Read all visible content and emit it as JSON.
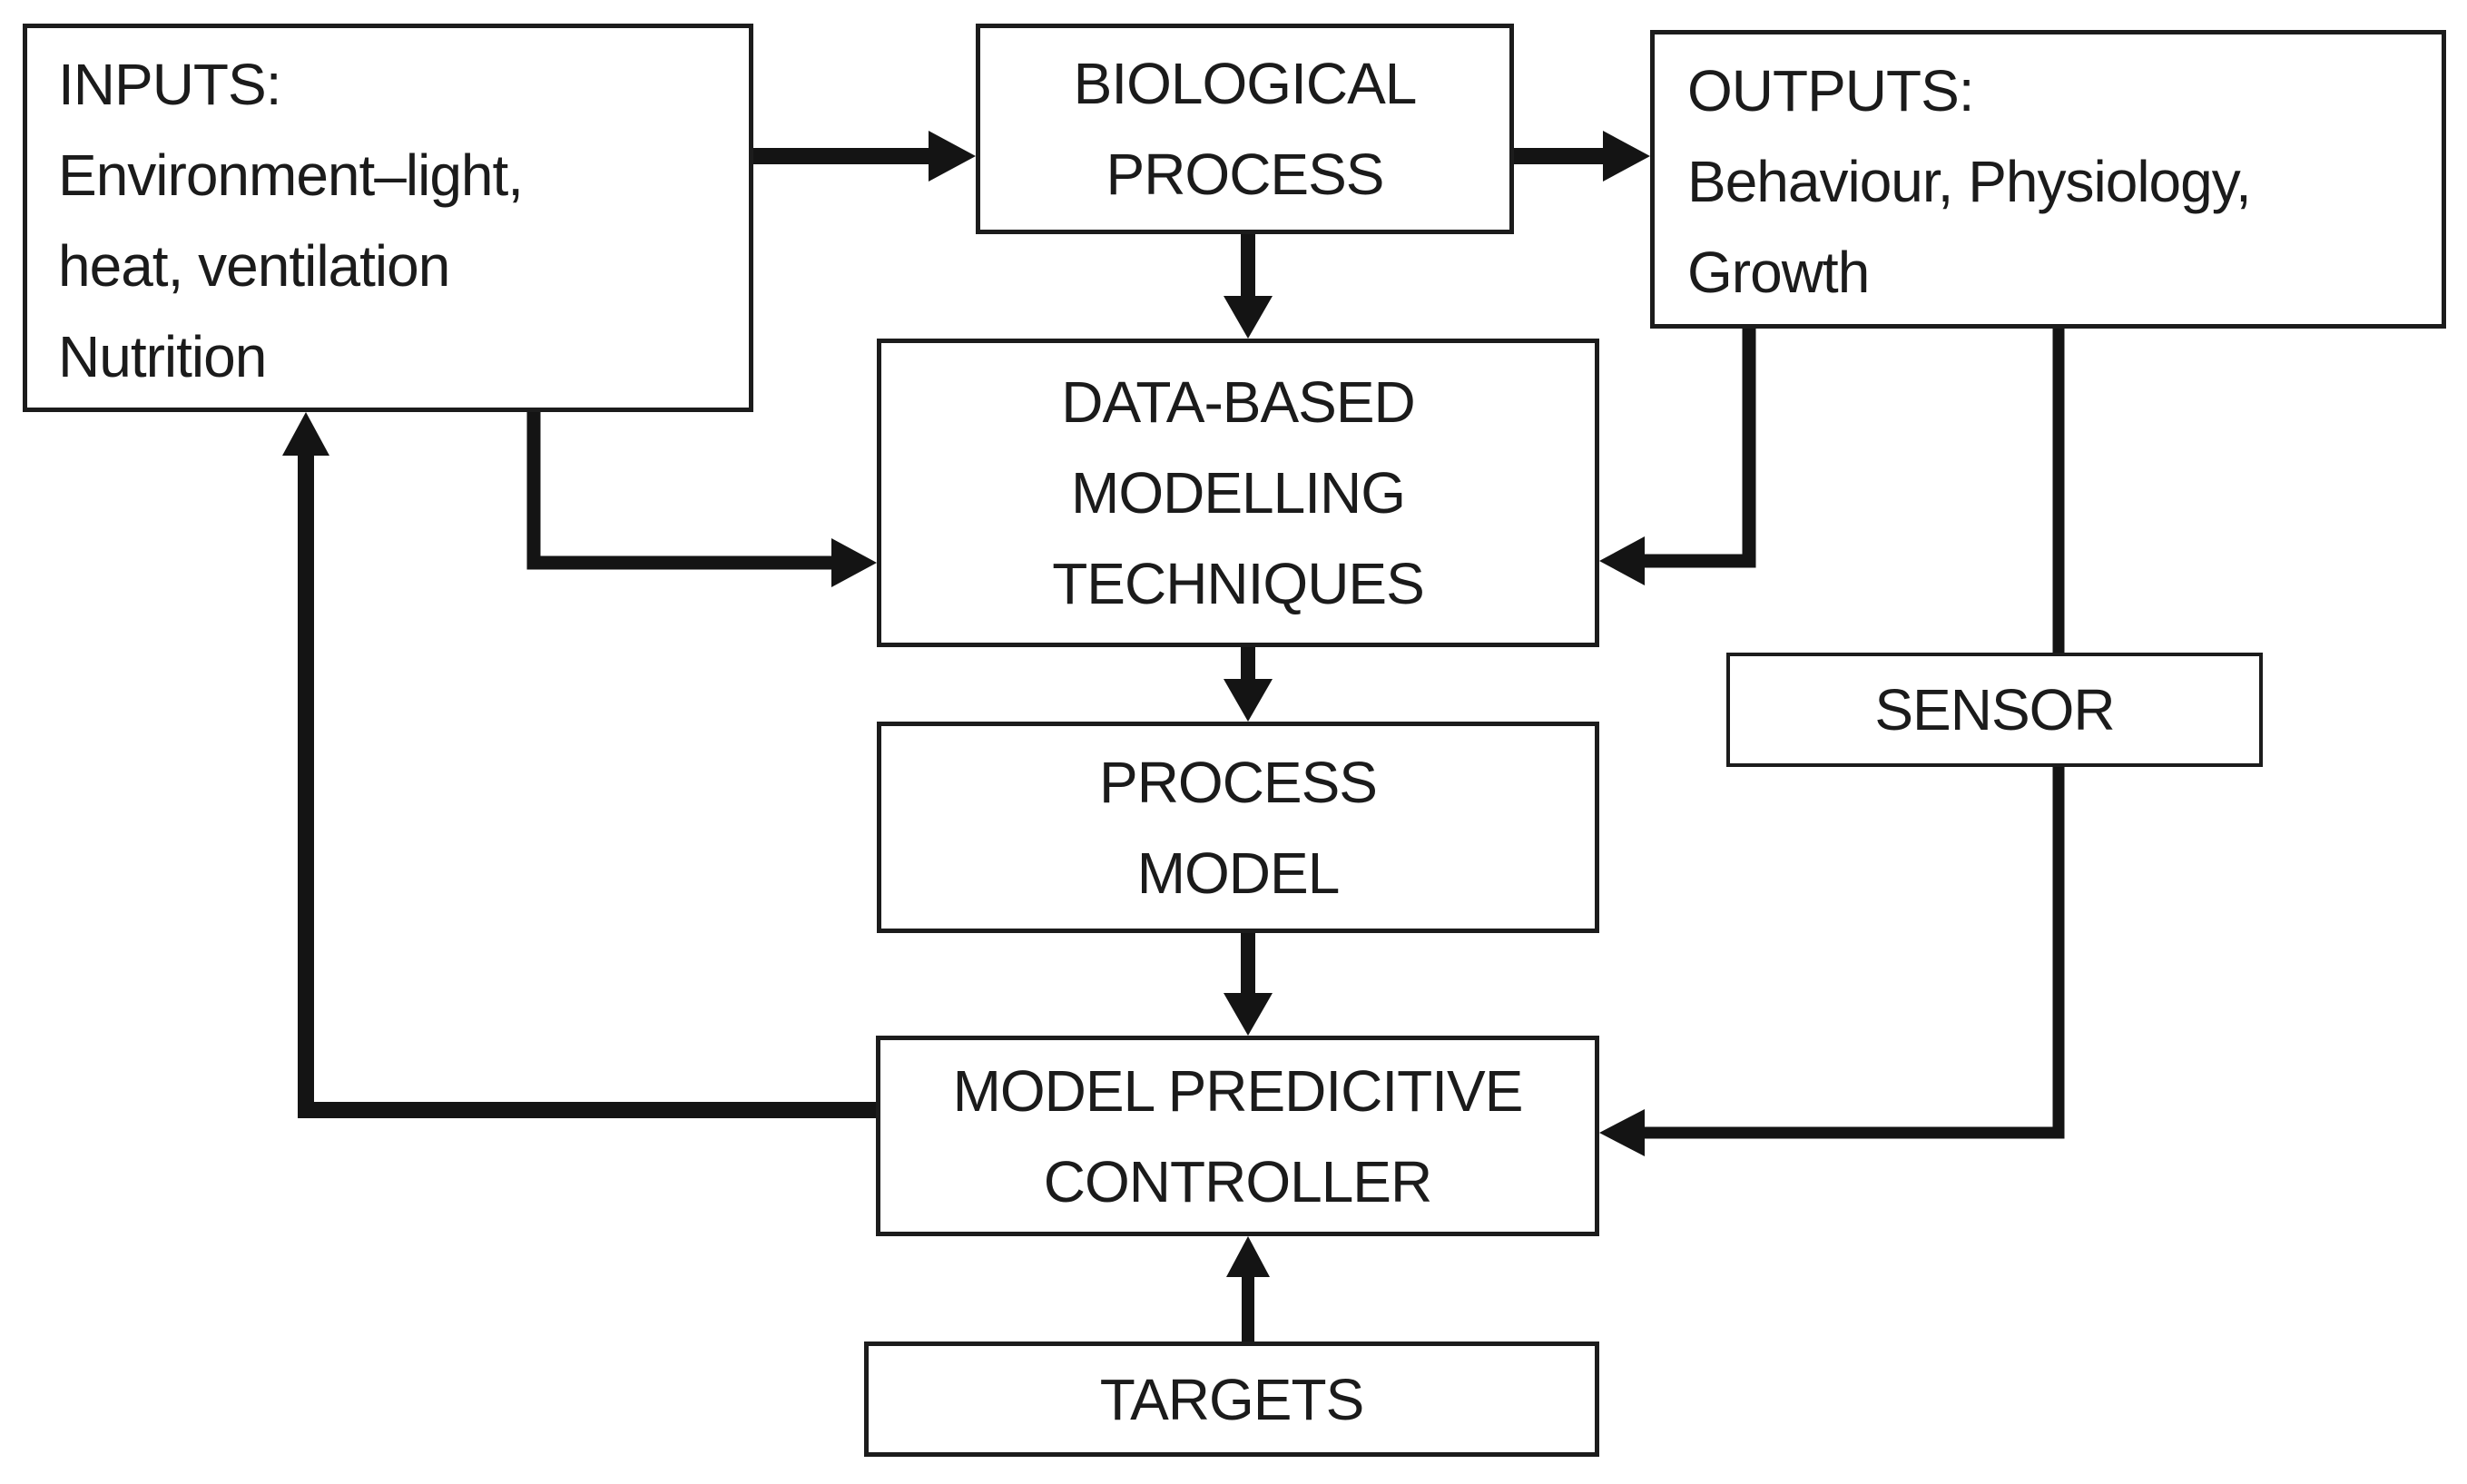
{
  "diagram": {
    "colors": {
      "line": "#141414",
      "box_border": "#1c1c1c",
      "box_fill": "#ffffff",
      "text": "#1b1b1b",
      "background": "#ffffff"
    },
    "nodes": {
      "inputs": {
        "lines": [
          "INPUTS:",
          "Environment–light,",
          "heat, ventilation",
          "Nutrition"
        ]
      },
      "biological_process": {
        "lines": [
          "BIOLOGICAL",
          "PROCESS"
        ]
      },
      "outputs": {
        "lines": [
          "OUTPUTS:",
          "Behaviour, Physiology,",
          "Growth"
        ]
      },
      "data_based_modelling": {
        "lines": [
          "DATA-BASED",
          "MODELLING",
          "TECHNIQUES"
        ]
      },
      "sensor": {
        "lines": [
          "SENSOR"
        ]
      },
      "process_model": {
        "lines": [
          "PROCESS",
          "MODEL"
        ]
      },
      "model_predictive_controller": {
        "lines": [
          "MODEL PREDICITIVE",
          "CONTROLLER"
        ]
      },
      "targets": {
        "lines": [
          "TARGETS"
        ]
      }
    },
    "edges": [
      {
        "from": "inputs",
        "to": "biological_process",
        "type": "arrow"
      },
      {
        "from": "biological_process",
        "to": "outputs",
        "type": "arrow"
      },
      {
        "from": "biological_process",
        "to": "data_based_modelling",
        "type": "arrow"
      },
      {
        "from": "inputs",
        "to": "data_based_modelling",
        "type": "arrow-elbow"
      },
      {
        "from": "outputs",
        "to": "data_based_modelling",
        "type": "arrow-elbow"
      },
      {
        "from": "data_based_modelling",
        "to": "process_model",
        "type": "arrow"
      },
      {
        "from": "process_model",
        "to": "model_predictive_controller",
        "type": "arrow"
      },
      {
        "from": "outputs",
        "to": "sensor",
        "type": "line"
      },
      {
        "from": "sensor",
        "to": "model_predictive_controller",
        "type": "arrow-elbow"
      },
      {
        "from": "model_predictive_controller",
        "to": "inputs",
        "type": "arrow-feedback"
      },
      {
        "from": "targets",
        "to": "model_predictive_controller",
        "type": "arrow"
      }
    ]
  }
}
